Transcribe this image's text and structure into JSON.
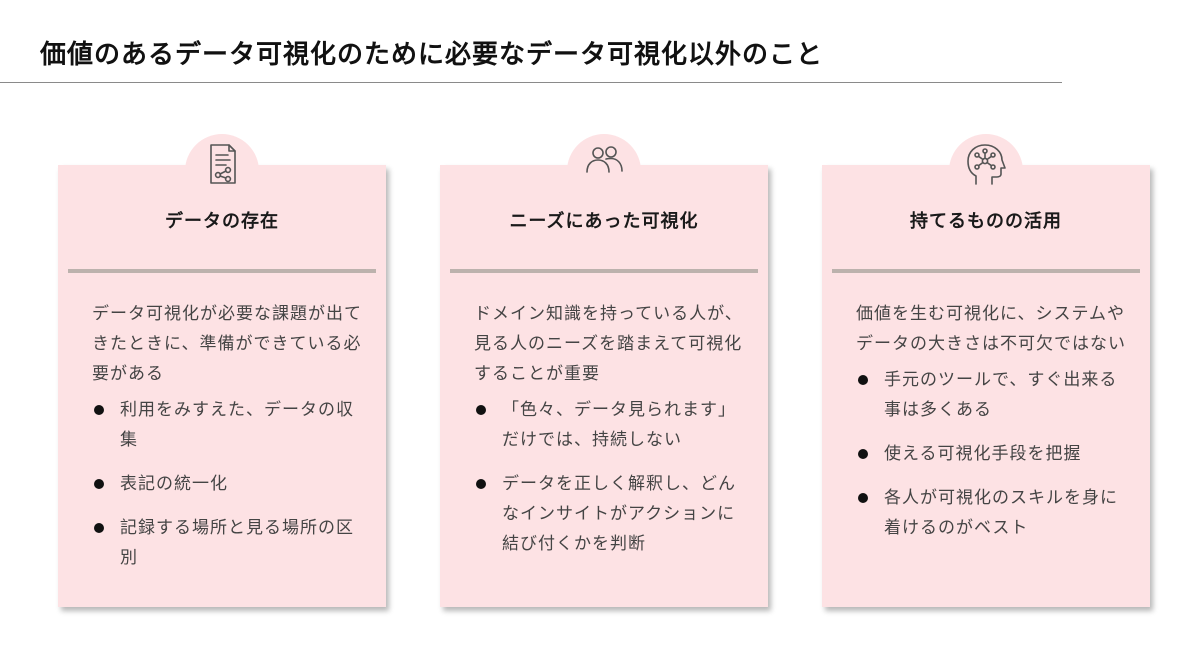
{
  "page": {
    "title": "価値のあるデータ可視化のために必要なデータ可視化以外のこと"
  },
  "cards": [
    {
      "icon": "document-share-icon",
      "heading": "データの存在",
      "intro": "データ可視化が必要な課題が出てきたときに、準備ができている必要がある",
      "bullets": [
        "利用をみすえた、データの収集",
        "表記の統一化",
        "記録する場所と見る場所の区別"
      ]
    },
    {
      "icon": "users-icon",
      "heading": "ニーズにあった可視化",
      "intro": "ドメイン知識を持っている人が、見る人のニーズを踏まえて可視化することが重要",
      "bullets": [
        "「色々、データ見られます」だけでは、持続しない",
        "データを正しく解釈し、どんなインサイトがアクションに結び付くかを判断"
      ]
    },
    {
      "icon": "head-network-icon",
      "heading": "持てるものの活用",
      "intro": "価値を生む可視化に、システムやデータの大きさは不可欠ではない",
      "bullets": [
        "手元のツールで、すぐ出来る事は多くある",
        "使える可視化手段を把握",
        "各人が可視化のスキルを身に着けるのがベスト"
      ]
    }
  ]
}
